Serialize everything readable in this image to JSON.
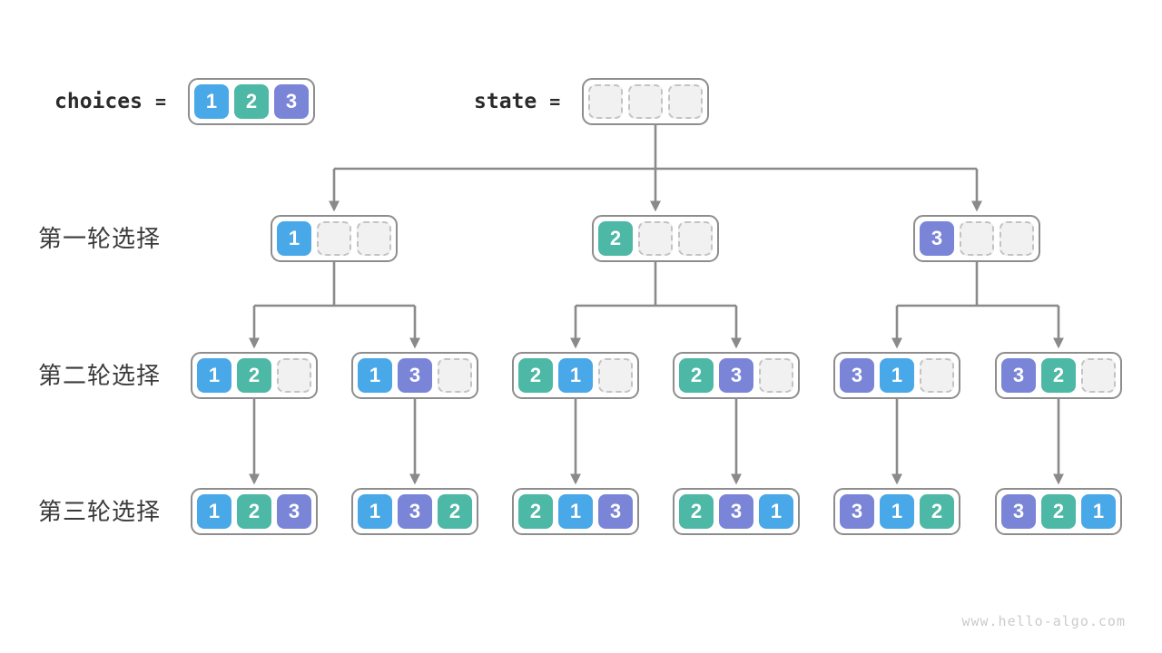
{
  "page": {
    "watermark": "www.hello-algo.com"
  },
  "colors": {
    "1": "#49a8e8",
    "2": "#4db8a5",
    "3": "#7a85d8",
    "arrow": "#8a8a8a"
  },
  "legend": {
    "choices_label": "choices",
    "equals": "=",
    "state_label": "state",
    "choices_cells": [
      "1",
      "2",
      "3"
    ],
    "state_cells": [
      "",
      "",
      ""
    ]
  },
  "rows": [
    {
      "label": "第一轮选择",
      "nodes": [
        [
          "1",
          "",
          ""
        ],
        [
          "2",
          "",
          ""
        ],
        [
          "3",
          "",
          ""
        ]
      ]
    },
    {
      "label": "第二轮选择",
      "nodes": [
        [
          "1",
          "2",
          ""
        ],
        [
          "1",
          "3",
          ""
        ],
        [
          "2",
          "1",
          ""
        ],
        [
          "2",
          "3",
          ""
        ],
        [
          "3",
          "1",
          ""
        ],
        [
          "3",
          "2",
          ""
        ]
      ]
    },
    {
      "label": "第三轮选择",
      "nodes": [
        [
          "1",
          "2",
          "3"
        ],
        [
          "1",
          "3",
          "2"
        ],
        [
          "2",
          "1",
          "3"
        ],
        [
          "2",
          "3",
          "1"
        ],
        [
          "3",
          "1",
          "2"
        ],
        [
          "3",
          "2",
          "1"
        ]
      ]
    }
  ]
}
